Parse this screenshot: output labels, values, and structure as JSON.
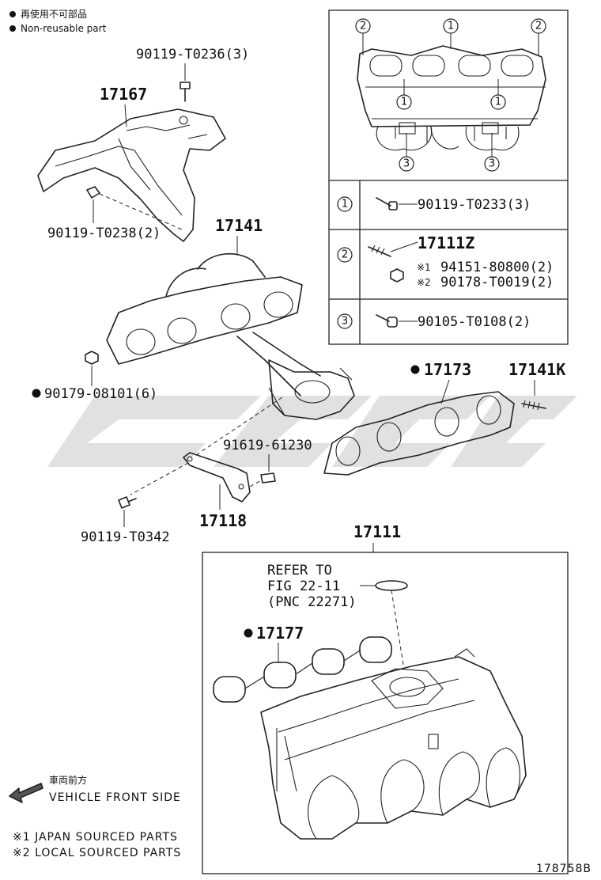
{
  "legend": {
    "line1": "再使用不可部品",
    "line2": "Non-reusable part"
  },
  "labels": {
    "bolt_t0236": "90119-T0236(3)",
    "heat_insulator": "17167",
    "bolt_t0238": "90119-T0238(2)",
    "exhaust_manifold": "17141",
    "nut_08101": "90179-08101(6)",
    "bolt_61230": "91619-61230",
    "bolt_t0342": "90119-T0342",
    "bracket": "17118",
    "gasket_17173": "17173",
    "stud_17141k": "17141K",
    "intake_manifold": "17111",
    "refer_line1": "REFER TO",
    "refer_line2": "FIG 22-11",
    "refer_line3": "(PNC 22271)",
    "gasket_17177": "17177"
  },
  "inset": {
    "rows": [
      {
        "marker": "1",
        "part": "90119-T0233(3)"
      },
      {
        "marker": "2",
        "part": "17111Z",
        "sub1_mark": "※1",
        "sub1": "94151-80800(2)",
        "sub2_mark": "※2",
        "sub2": "90178-T0019(2)"
      },
      {
        "marker": "3",
        "part": "90105-T0108(2)"
      }
    ],
    "top_markers": [
      "2",
      "1",
      "2"
    ],
    "mid_markers": [
      "1",
      "1"
    ],
    "bottom_markers": [
      "3",
      "3"
    ]
  },
  "front": {
    "line1": "車両前方",
    "line2": "VEHICLE FRONT SIDE"
  },
  "footnotes": {
    "note1": "※1 JAPAN SOURCED PARTS",
    "note2": "※2 LOCAL SOURCED PARTS"
  },
  "figure_id": "178758B",
  "icons": {
    "non_reusable": "filled-dot-icon",
    "front_arrow": "arrow-left-icon",
    "marker": "numbered-circle-icon"
  }
}
